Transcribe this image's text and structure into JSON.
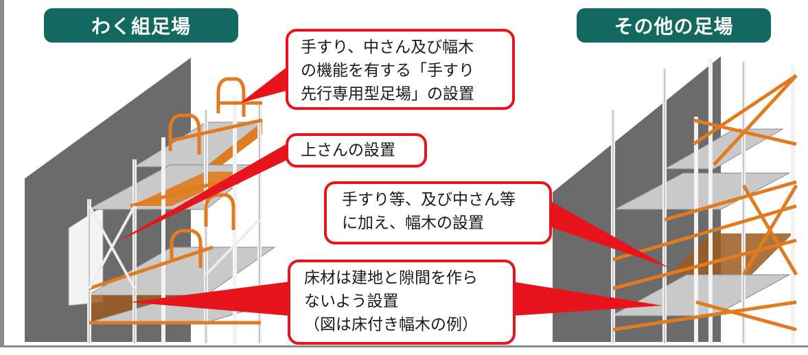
{
  "titles": {
    "left": "わく組足場",
    "right": "その他の足場"
  },
  "callouts": [
    {
      "id": "handrail-dedicated",
      "text": "手すり、中さん及び幅木\nの機能を有する「手すり\n先行専用型足場」の設置"
    },
    {
      "id": "upper-rail",
      "text": "上さんの設置"
    },
    {
      "id": "toeboard-addition",
      "text": "手すり等、及び中さん等\nに加え、幅木の設置"
    },
    {
      "id": "floor-gap",
      "text": "床材は建地と隙間を作ら\nないよう設置\n（図は床付き幅木の例）"
    }
  ],
  "colors": {
    "title_badge": "#13695f",
    "callout_border": "#e8141c",
    "pointer_fill": "#e8141c",
    "scaffold_orange": "#e07b1f",
    "scaffold_white": "#f2f2f2",
    "wall_gray": "#6b6b6b",
    "deck_gray": "#c8c8c8"
  }
}
